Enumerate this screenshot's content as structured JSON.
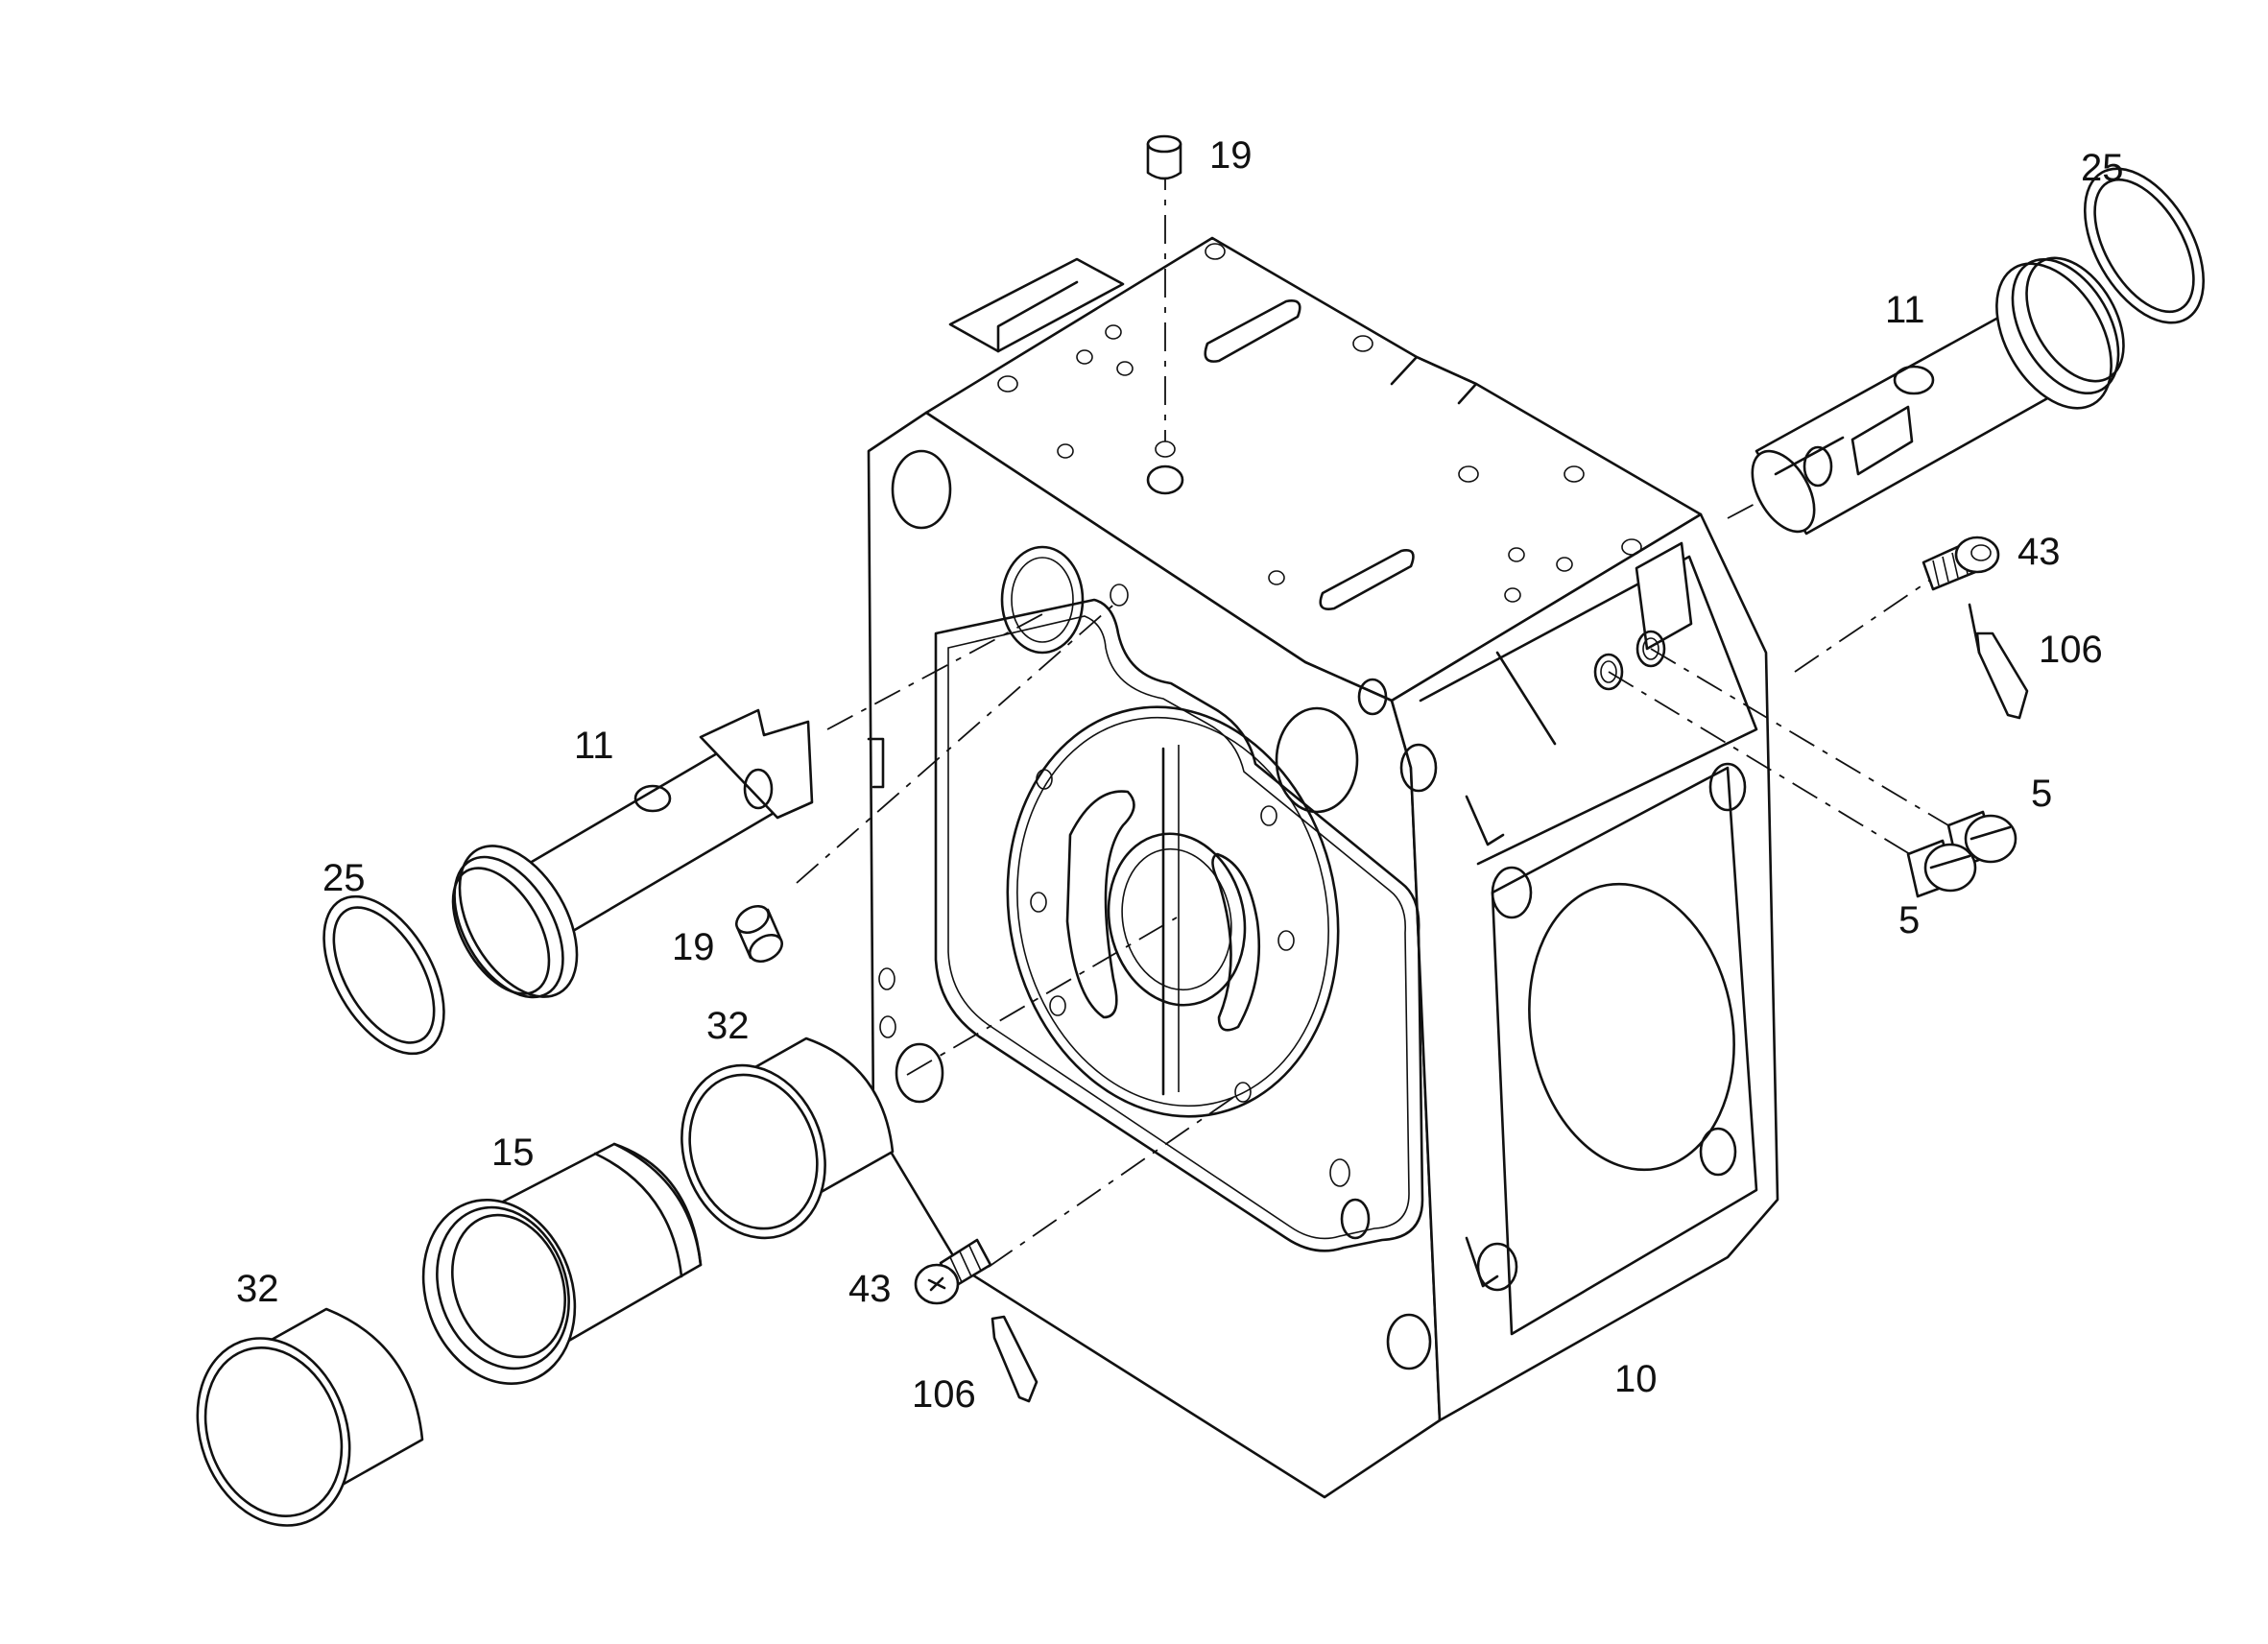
{
  "diagram": {
    "labels": {
      "pin_top": "19",
      "oring_top_right": "25",
      "spool_right": "11",
      "screw_right": "43",
      "sealant_right": "106",
      "plug_upper": "5",
      "plug_lower": "5",
      "spool_left": "11",
      "oring_left": "25",
      "pin_left": "19",
      "bushing_upper": "32",
      "sleeve": "15",
      "bushing_lower": "32",
      "screw_left": "43",
      "sealant_left": "106",
      "housing": "10"
    }
  }
}
